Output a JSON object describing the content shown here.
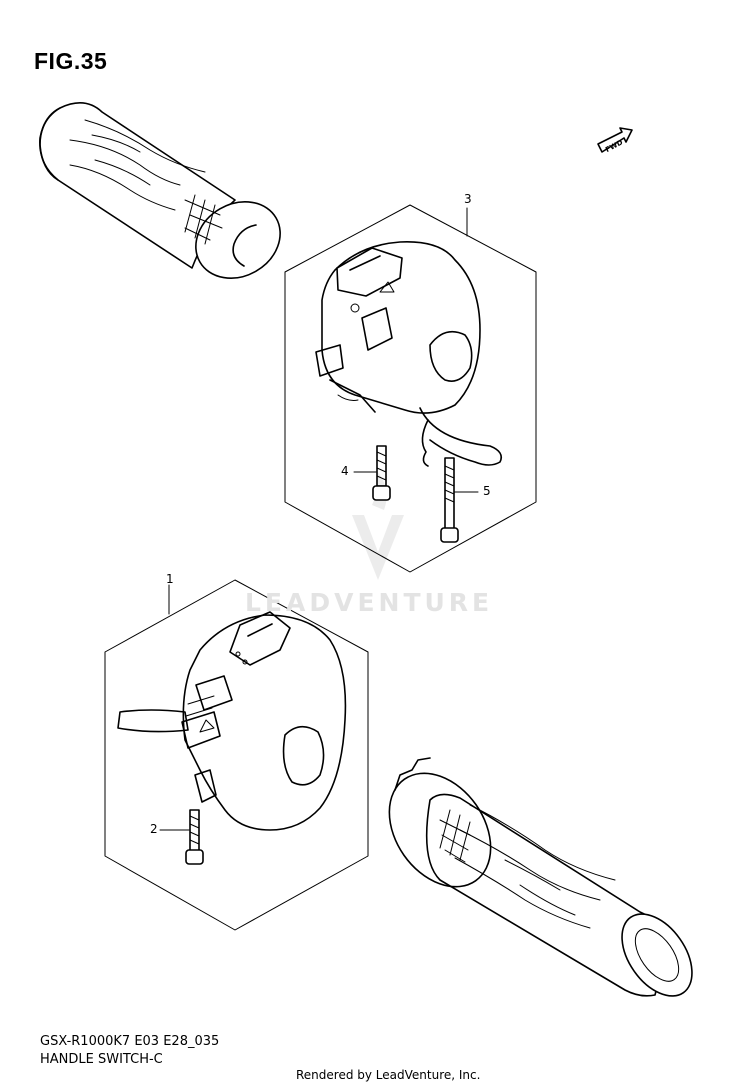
{
  "figure": {
    "title": "FIG.35",
    "model_code": "GSX-R1000K7 E03 E28_035",
    "subtitle": "HANDLE SWITCH-C"
  },
  "fwd_badge": "FWD",
  "watermark": "LEADVENTURE",
  "footer": "Rendered by LeadVenture, Inc.",
  "callouts": {
    "c1": "1",
    "c2": "2",
    "c3": "3",
    "c4": "4",
    "c5": "5"
  }
}
